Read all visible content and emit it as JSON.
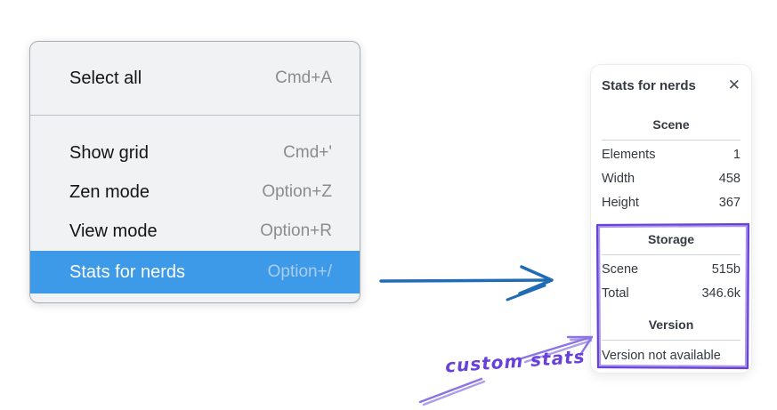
{
  "menu": {
    "items": [
      {
        "label": "Select all",
        "shortcut": "Cmd+A",
        "highlighted": false
      },
      {
        "label": "Show grid",
        "shortcut": "Cmd+'",
        "highlighted": false
      },
      {
        "label": "Zen mode",
        "shortcut": "Option+Z",
        "highlighted": false
      },
      {
        "label": "View mode",
        "shortcut": "Option+R",
        "highlighted": false
      },
      {
        "label": "Stats for nerds",
        "shortcut": "Option+/",
        "highlighted": true
      }
    ]
  },
  "panel": {
    "title": "Stats for nerds",
    "close_icon": "✕",
    "sections": [
      {
        "heading": "Scene",
        "rows": [
          {
            "label": "Elements",
            "value": "1"
          },
          {
            "label": "Width",
            "value": "458"
          },
          {
            "label": "Height",
            "value": "367"
          }
        ]
      },
      {
        "heading": "Storage",
        "rows": [
          {
            "label": "Scene",
            "value": "515b"
          },
          {
            "label": "Total",
            "value": "346.6k"
          }
        ]
      },
      {
        "heading": "Version",
        "note": "Version not available"
      }
    ]
  },
  "annotation": {
    "label": "custom stats"
  },
  "colors": {
    "menu_bg": "#f1f2f4",
    "menu_highlight": "#3d9ae8",
    "arrow_blue": "#1f6cb4",
    "annotation_purple": "#6741d9",
    "annotation_purple_light": "#8b74e3",
    "panel_text": "#343a40"
  }
}
